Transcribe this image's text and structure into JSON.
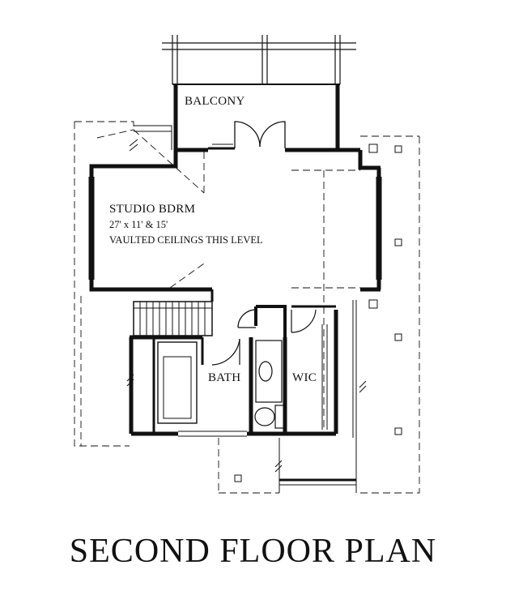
{
  "rooms": {
    "balcony": "BALCONY",
    "studio": "STUDIO BDRM",
    "studio_dims": "27' x 11' & 15'",
    "studio_note": "VAULTED CEILINGS THIS LEVEL",
    "bath": "BATH",
    "wic": "WIC"
  },
  "title": "SECOND FLOOR PLAN",
  "colors": {
    "line": "#111111",
    "paper": "#ffffff"
  }
}
